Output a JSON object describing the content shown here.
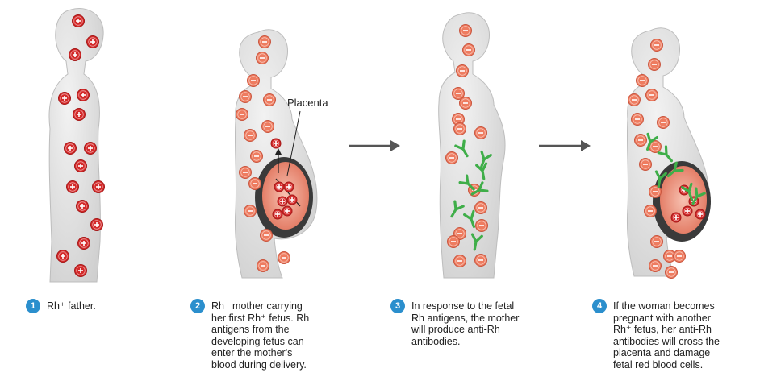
{
  "placenta_label": "Placenta",
  "steps": [
    {
      "number": "1",
      "lines": [
        "Rh⁺ father."
      ]
    },
    {
      "number": "2",
      "lines": [
        "Rh⁻ mother carrying",
        "her first Rh⁺ fetus.  Rh",
        "antigens from the",
        "developing fetus can",
        "enter the mother's",
        "blood during delivery."
      ]
    },
    {
      "number": "3",
      "lines": [
        "In response to the fetal",
        "Rh antigens, the mother",
        "will produce anti-Rh",
        "antibodies."
      ]
    },
    {
      "number": "4",
      "lines": [
        "If the woman becomes",
        "pregnant with another",
        "Rh⁺ fetus, her anti-Rh",
        "antibodies will cross the",
        "placenta and damage",
        "fetal red blood cells."
      ]
    }
  ],
  "colors": {
    "badge": "#2b8fcd",
    "rh_positive_cell": "#d42a2a",
    "rh_negative_cell": "#ee7c60",
    "antibody": "#3fae49",
    "arrow": "#555555"
  }
}
